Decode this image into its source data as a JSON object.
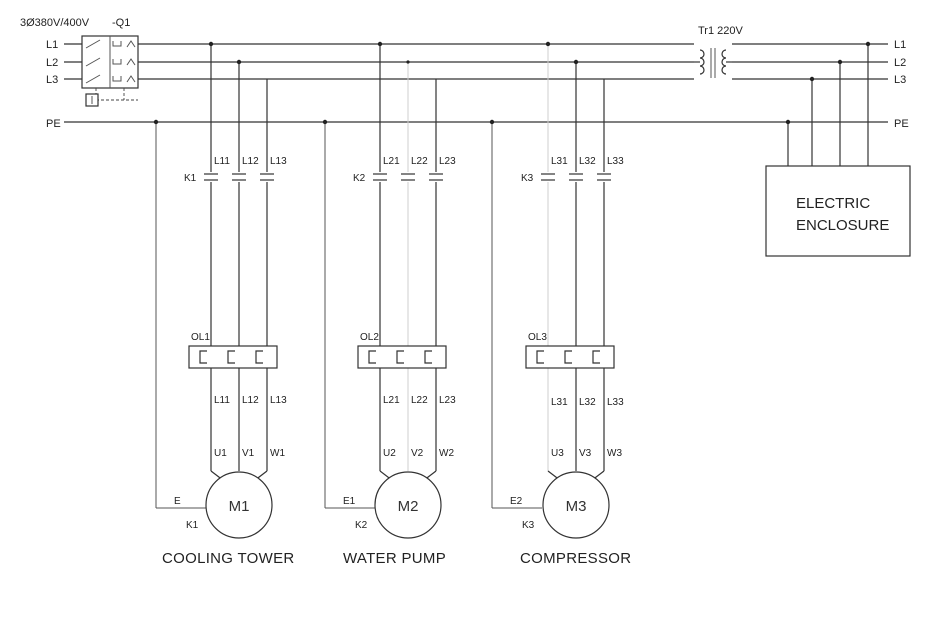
{
  "supply": {
    "label": "3Ø380V/400V",
    "breaker_label": "-Q1"
  },
  "bus": {
    "left": [
      "L1",
      "L2",
      "L3"
    ],
    "right": [
      "L1",
      "L2",
      "L3"
    ],
    "pe_left": "PE",
    "pe_right": "PE"
  },
  "transformer": {
    "label": "Tr1 220V"
  },
  "enclosure": {
    "line1": "ELECTRIC",
    "line2": "ENCLOSURE"
  },
  "branches": [
    {
      "contactor": "K1",
      "supply_terms": [
        "L11",
        "L12",
        "L13"
      ],
      "overload": "OL1",
      "load_terms": [
        "L11",
        "L12",
        "L13"
      ],
      "motor_terms": [
        "U1",
        "V1",
        "W1"
      ],
      "earth": "E",
      "motor_contactor": "K1",
      "motor": "M1",
      "caption": "COOLING TOWER"
    },
    {
      "contactor": "K2",
      "supply_terms": [
        "L21",
        "L22",
        "L23"
      ],
      "overload": "OL2",
      "load_terms": [
        "L21",
        "L22",
        "L23"
      ],
      "motor_terms": [
        "U2",
        "V2",
        "W2"
      ],
      "earth": "E1",
      "motor_contactor": "K2",
      "motor": "M2",
      "caption": "WATER PUMP"
    },
    {
      "contactor": "K3",
      "supply_terms": [
        "L31",
        "L32",
        "L33"
      ],
      "overload": "OL3",
      "load_terms": [
        "L31",
        "L32",
        "L33"
      ],
      "motor_terms": [
        "U3",
        "V3",
        "W3"
      ],
      "earth": "E2",
      "motor_contactor": "K3",
      "motor": "M3",
      "caption": "COMPRESSOR"
    }
  ],
  "colors": {
    "line": "#333333",
    "faint": "#cfcfcf",
    "background": "#ffffff"
  }
}
